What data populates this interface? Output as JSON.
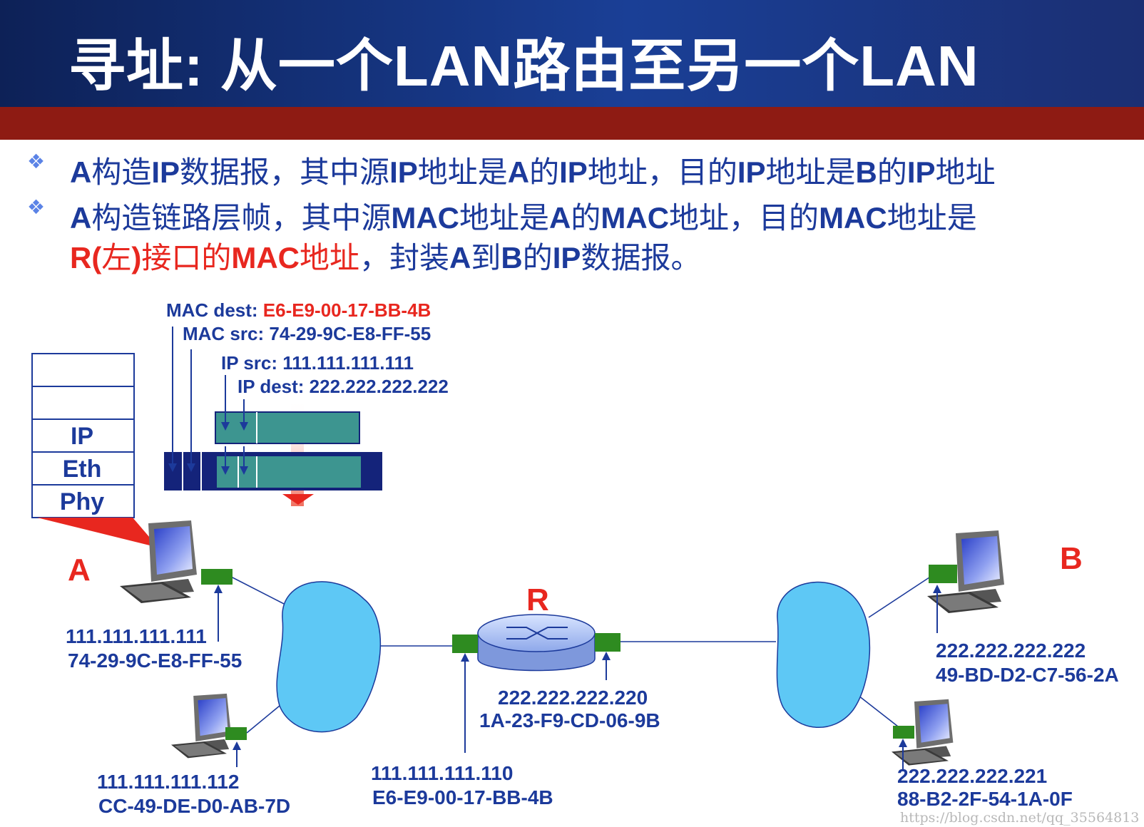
{
  "title": "寻址: 从一个LAN路由至另一个LAN",
  "bullets": [
    {
      "line1_p1": "A",
      "line1_p2": "构造",
      "line1_p3": "IP",
      "line1_p4": "数据报，其中源",
      "line1_p5": "IP",
      "line1_p6": "地址是",
      "line1_p7": "A",
      "line1_p8": "的",
      "line1_p9": "IP",
      "line1_p10": "地址，目的",
      "line1_p11": "IP",
      "line1_p12": "地址是",
      "line1_p13": "B",
      "line1_p14": "的",
      "line1_p15": "IP",
      "line1_p16": "地址"
    },
    {
      "l1a": "A",
      "l1b": "构造链路层帧，其中源",
      "l1c": "MAC",
      "l1d": "地址是",
      "l1e": "A",
      "l1f": "的",
      "l1g": "MAC",
      "l1h": "地址，目的",
      "l1i": "MAC",
      "l1j": "地址是",
      "l2a": "R(",
      "l2b": "左",
      "l2c": ")",
      "l2d": "接口的",
      "l2e": "MAC",
      "l2f": "地址",
      "l2g": "，封装",
      "l2h": "A",
      "l2i": "到",
      "l2j": "B",
      "l2k": "的",
      "l2l": "IP",
      "l2m": "数据报。"
    }
  ],
  "frame": {
    "mac_dest_label": "MAC dest: ",
    "mac_dest_value": "E6-E9-00-17-BB-4B",
    "mac_src": "MAC src: 74-29-9C-E8-FF-55",
    "ip_src": "IP src: 111.111.111.111",
    "ip_dest": "IP dest: 222.222.222.222"
  },
  "stack": [
    "IP",
    "Eth",
    "Phy"
  ],
  "nodes": {
    "a_label": "A",
    "b_label": "B",
    "r_label": "R",
    "host_a_ip": "111.111.111.111",
    "host_a_mac": "74-29-9C-E8-FF-55",
    "host_a2_ip": "111.111.111.112",
    "host_a2_mac": "CC-49-DE-D0-AB-7D",
    "router_left_ip": "111.111.111.110",
    "router_left_mac": "E6-E9-00-17-BB-4B",
    "router_right_ip": "222.222.222.220",
    "router_right_mac": "1A-23-F9-CD-06-9B",
    "host_b_ip": "222.222.222.222",
    "host_b_mac": "49-BD-D2-C7-56-2A",
    "host_b2_ip": "222.222.222.221",
    "host_b2_mac": "88-B2-2F-54-1A-0F"
  },
  "watermark": "https://blog.csdn.net/qq_35564813",
  "colors": {
    "header_blue": "#1a3f96",
    "red_bar": "#8e1b13",
    "label_blue": "#1c3a9b",
    "accent_red": "#e8271f",
    "cloud": "#5ec8f5",
    "nic_green": "#2e8b20",
    "payload_teal": "#3d9590",
    "frame_navy": "#14237a"
  }
}
